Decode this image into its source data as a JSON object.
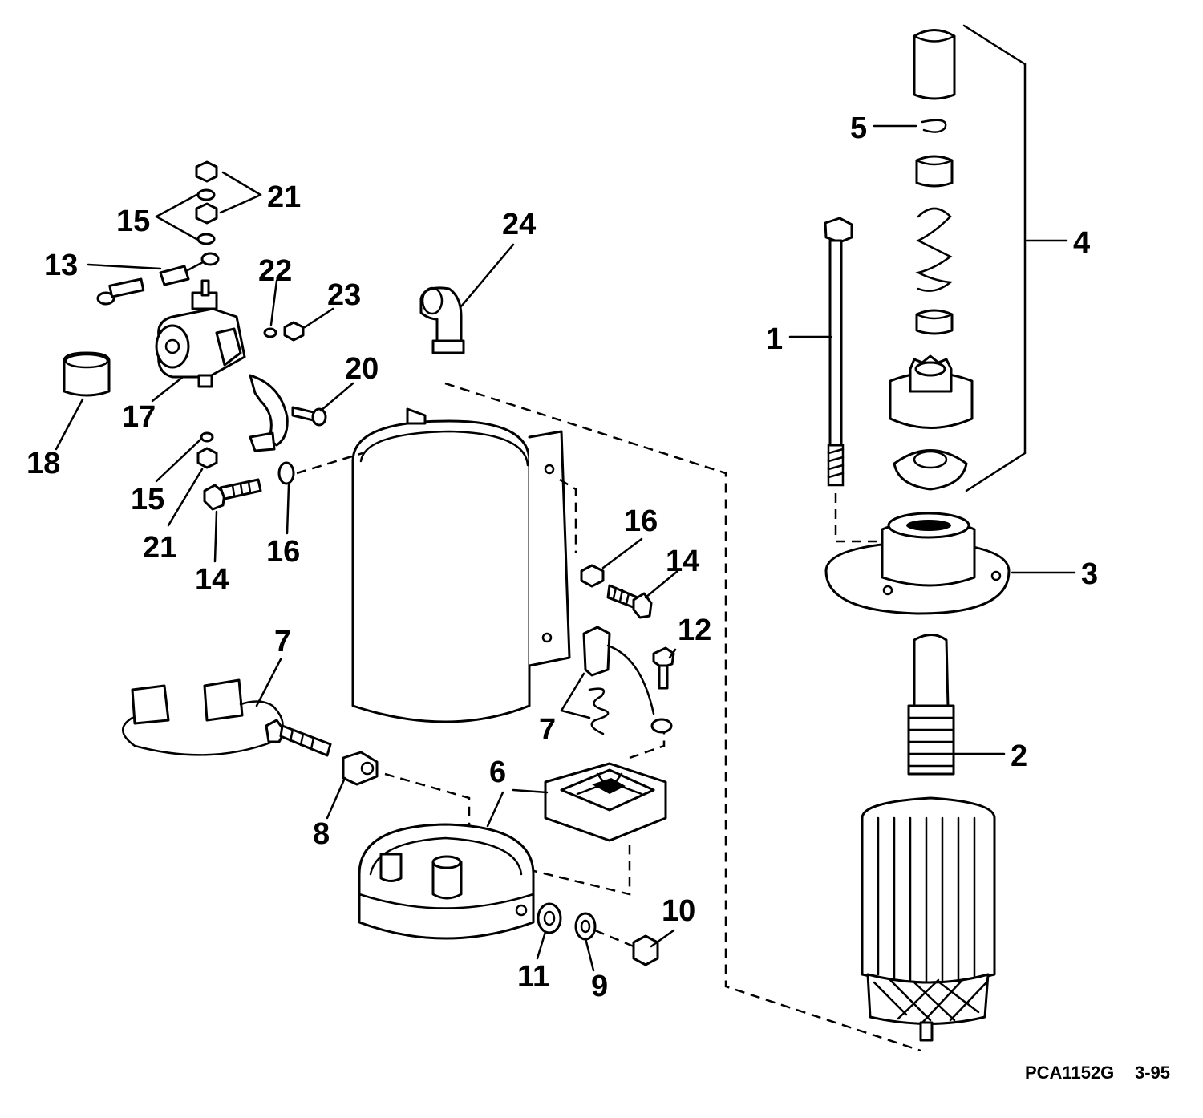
{
  "callouts": {
    "c1": "1",
    "c2": "2",
    "c3": "3",
    "c4": "4",
    "c5": "5",
    "c6": "6",
    "c7a": "7",
    "c7b": "7",
    "c8": "8",
    "c9": "9",
    "c10": "10",
    "c11": "11",
    "c12": "12",
    "c13": "13",
    "c14a": "14",
    "c14b": "14",
    "c15a": "15",
    "c15b": "15",
    "c16a": "16",
    "c16b": "16",
    "c17": "17",
    "c18": "18",
    "c20": "20",
    "c21a": "21",
    "c21b": "21",
    "c22": "22",
    "c23": "23",
    "c24": "24"
  },
  "footer": {
    "code": "PCA1152G",
    "date": "3-95"
  }
}
